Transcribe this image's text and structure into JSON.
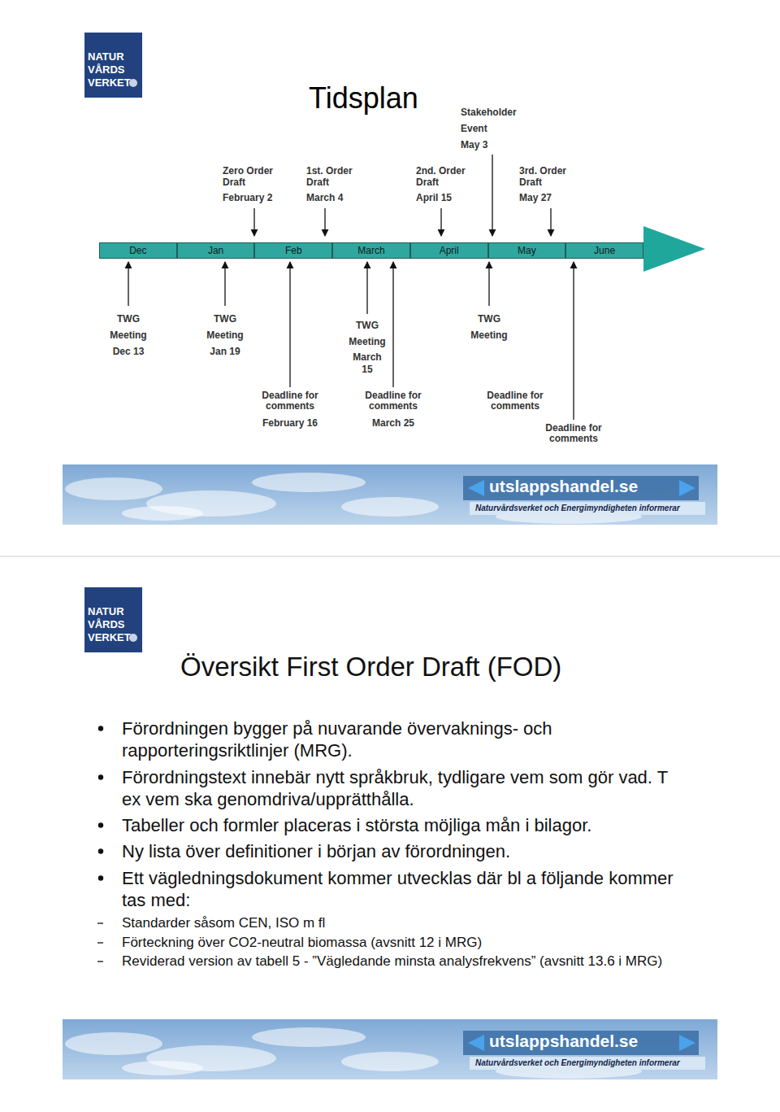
{
  "diagram": {
    "title": "Tidsplan",
    "nodes": [
      {
        "text": [
          "Dec"
        ]
      },
      {
        "text": [
          "Jan"
        ]
      },
      {
        "text": [
          "Feb"
        ]
      },
      {
        "text": [
          "March"
        ]
      },
      {
        "text": [
          "April"
        ]
      },
      {
        "text": [
          "May"
        ]
      },
      {
        "text": [
          "June"
        ]
      }
    ],
    "labels": [
      "NATUR VÅRDS VERKET",
      "Stakeholder Event",
      "May 3",
      "Zero Order Draft",
      "February 2",
      "1st. Order Draft",
      "March 4",
      "2nd. Order Draft",
      "April 15",
      "3rd. Order Draft",
      "May 27",
      "TWG Meeting",
      "Dec 13",
      "TWG Meeting",
      "Jan 19",
      "TWG Meeting",
      "March 15",
      "TWG Meeting",
      "Deadline for comments",
      "February 16",
      "Deadline for comments",
      "March 25",
      "Deadline for comments",
      "Deadline for comments",
      "utslappshandel.se",
      "Naturvårdsverket och Energimyndigheten informerar",
      "NATUR VÅRDS VERKET",
      "Översikt First Order Draft (FOD)",
      "Förordningen bygger på nuvarande övervaknings- och rapporteringsriktlinjer (MRG).",
      "Förordningstext innebär nytt språkbruk, tydligare vem som gör vad. T ex vem ska genomdriva/upprätthålla.",
      "Tabeller och formler placeras i största möjliga mån i bilagor.",
      "Ny lista över definitioner i början av förordningen.",
      "Ett vägledningsdokument kommer utvecklas där bl a följande kommer tas med:",
      "Standarder såsom CEN, ISO m fl",
      "Förteckning över CO2-neutral biomassa (avsnitt 12 i MRG)",
      "Reviderad version av tabell 5 - ”Vägledande minsta analysfrekvens” (avsnitt 13.6 i MRG)",
      "utslappshandel.se",
      "Naturvårdsverket och Energimyndigheten informerar"
    ]
  }
}
